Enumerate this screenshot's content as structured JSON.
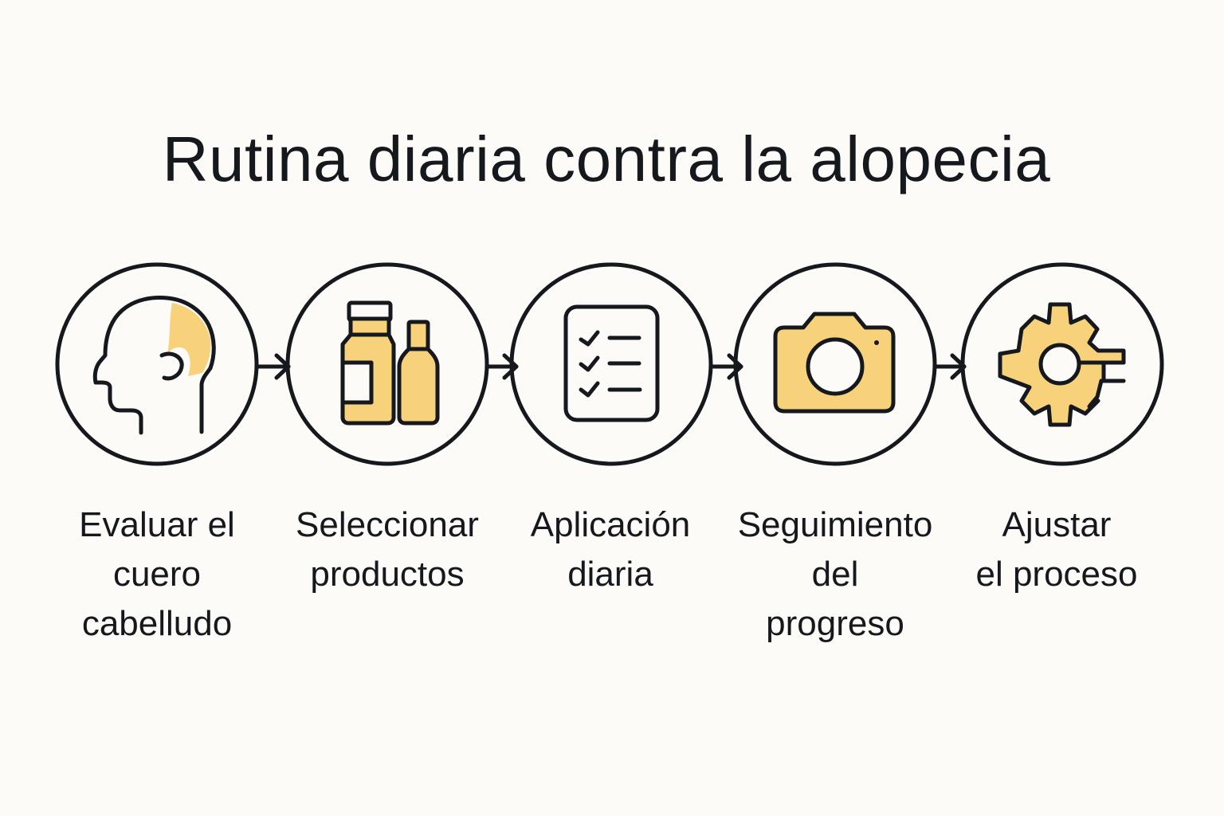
{
  "title": "Rutina diaria contra la alopecia",
  "colors": {
    "background": "#fcfbf8",
    "stroke": "#15191d",
    "accent": "#f8d27a"
  },
  "steps": [
    {
      "icon": "head-profile-icon",
      "label_lines": [
        "Evaluar el",
        "cuero",
        "cabelludo"
      ]
    },
    {
      "icon": "product-bottles-icon",
      "label_lines": [
        "Seleccionar",
        "productos"
      ]
    },
    {
      "icon": "checklist-icon",
      "label_lines": [
        "Aplicación",
        "diaria"
      ]
    },
    {
      "icon": "camera-icon",
      "label_lines": [
        "Seguimiento",
        "del",
        "progreso"
      ]
    },
    {
      "icon": "gear-adjust-icon",
      "label_lines": [
        "Ajustar",
        "el proceso"
      ]
    }
  ],
  "connectors": [
    "arrow-right",
    "arrow-right",
    "arrow-right",
    "arrow-right"
  ]
}
